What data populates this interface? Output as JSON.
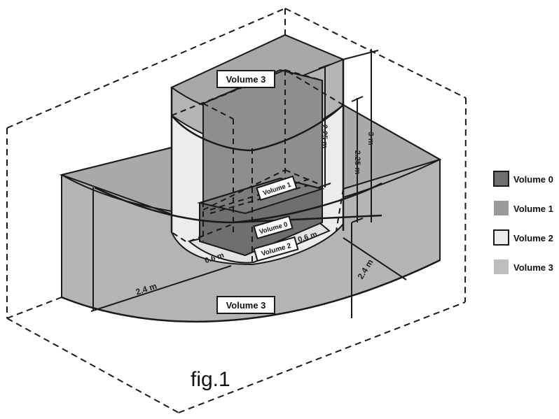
{
  "caption": "fig.1",
  "labels": {
    "volume3_top": "Volume 3",
    "volume3_bottom": "Volume 3",
    "volume1_inner": "Volume 1",
    "volume0_inner": "Volume 0",
    "volume2_inner": "Volume 2"
  },
  "dimensions": {
    "height_2_25_a": "2.25 m",
    "height_2_25_b": "2.25 m",
    "height_3": "3 m",
    "depth_0_6_left": "0.6 m",
    "depth_0_6_right": "0.6 m",
    "radius_2_4_left": "2.4 m",
    "radius_2_4_right": "2.4 m"
  },
  "legend": [
    {
      "label": "Volume 0",
      "color": "#6f6f6f",
      "bordered": true
    },
    {
      "label": "Volume 1",
      "color": "#9a9a9a",
      "bordered": false
    },
    {
      "label": "Volume 2",
      "color": "#ececec",
      "bordered": true
    },
    {
      "label": "Volume 3",
      "color": "#bdbdbd",
      "bordered": false
    }
  ],
  "colors": {
    "volume0": "#6f6f6f",
    "volume1": "#8e8e8e",
    "volume2": "#ececec",
    "volume3": "#b4b4b4",
    "line": "#1a1a1a"
  }
}
